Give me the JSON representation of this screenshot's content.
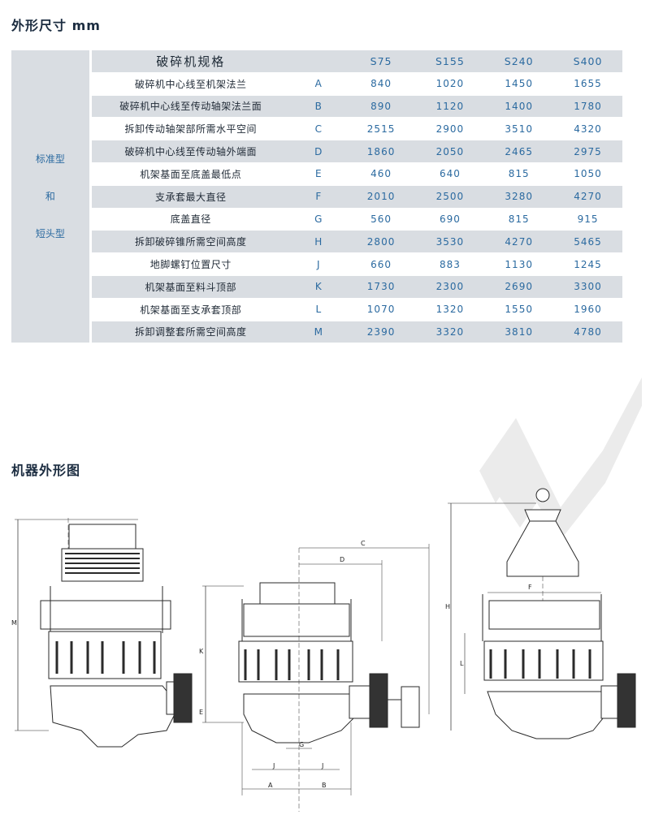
{
  "titles": {
    "dimensions": "外形尺寸 mm",
    "figure": "机器外形图"
  },
  "table": {
    "type_label": [
      "标准型",
      "和",
      "短头型"
    ],
    "header": {
      "item": "破碎机规格",
      "code": "",
      "models": [
        "S75",
        "S155",
        "S240",
        "S400"
      ]
    },
    "rows": [
      {
        "item": "破碎机中心线至机架法兰",
        "code": "A",
        "values": [
          "840",
          "1020",
          "1450",
          "1655"
        ]
      },
      {
        "item": "破碎机中心线至传动轴架法兰面",
        "code": "B",
        "values": [
          "890",
          "1120",
          "1400",
          "1780"
        ]
      },
      {
        "item": "拆卸传动轴架部所需水平空间",
        "code": "C",
        "values": [
          "2515",
          "2900",
          "3510",
          "4320"
        ]
      },
      {
        "item": "破碎机中心线至传动轴外端面",
        "code": "D",
        "values": [
          "1860",
          "2050",
          "2465",
          "2975"
        ]
      },
      {
        "item": "机架基面至底盖最低点",
        "code": "E",
        "values": [
          "460",
          "640",
          "815",
          "1050"
        ]
      },
      {
        "item": "支承套最大直径",
        "code": "F",
        "values": [
          "2010",
          "2500",
          "3280",
          "4270"
        ]
      },
      {
        "item": "底盖直径",
        "code": "G",
        "values": [
          "560",
          "690",
          "815",
          "915"
        ]
      },
      {
        "item": "拆卸破碎锥所需空间高度",
        "code": "H",
        "values": [
          "2800",
          "3530",
          "4270",
          "5465"
        ]
      },
      {
        "item": "地脚螺钉位置尺寸",
        "code": "J",
        "values": [
          "660",
          "883",
          "1130",
          "1245"
        ]
      },
      {
        "item": "机架基面至料斗顶部",
        "code": "K",
        "values": [
          "1730",
          "2300",
          "2690",
          "3300"
        ]
      },
      {
        "item": "机架基面至支承套顶部",
        "code": "L",
        "values": [
          "1070",
          "1320",
          "1550",
          "1960"
        ]
      },
      {
        "item": "拆卸调整套所需空间高度",
        "code": "M",
        "values": [
          "2390",
          "3320",
          "3810",
          "4780"
        ]
      }
    ]
  },
  "drawing_labels": {
    "M": "M",
    "K": "K",
    "E": "E",
    "C": "C",
    "D": "D",
    "G": "G",
    "J": "J",
    "A": "A",
    "B": "B",
    "H": "H",
    "F": "F",
    "L": "L"
  },
  "colors": {
    "accent": "#2b6aa0",
    "row_shade": "#d9dde2",
    "type_bg": "#eceef1"
  }
}
